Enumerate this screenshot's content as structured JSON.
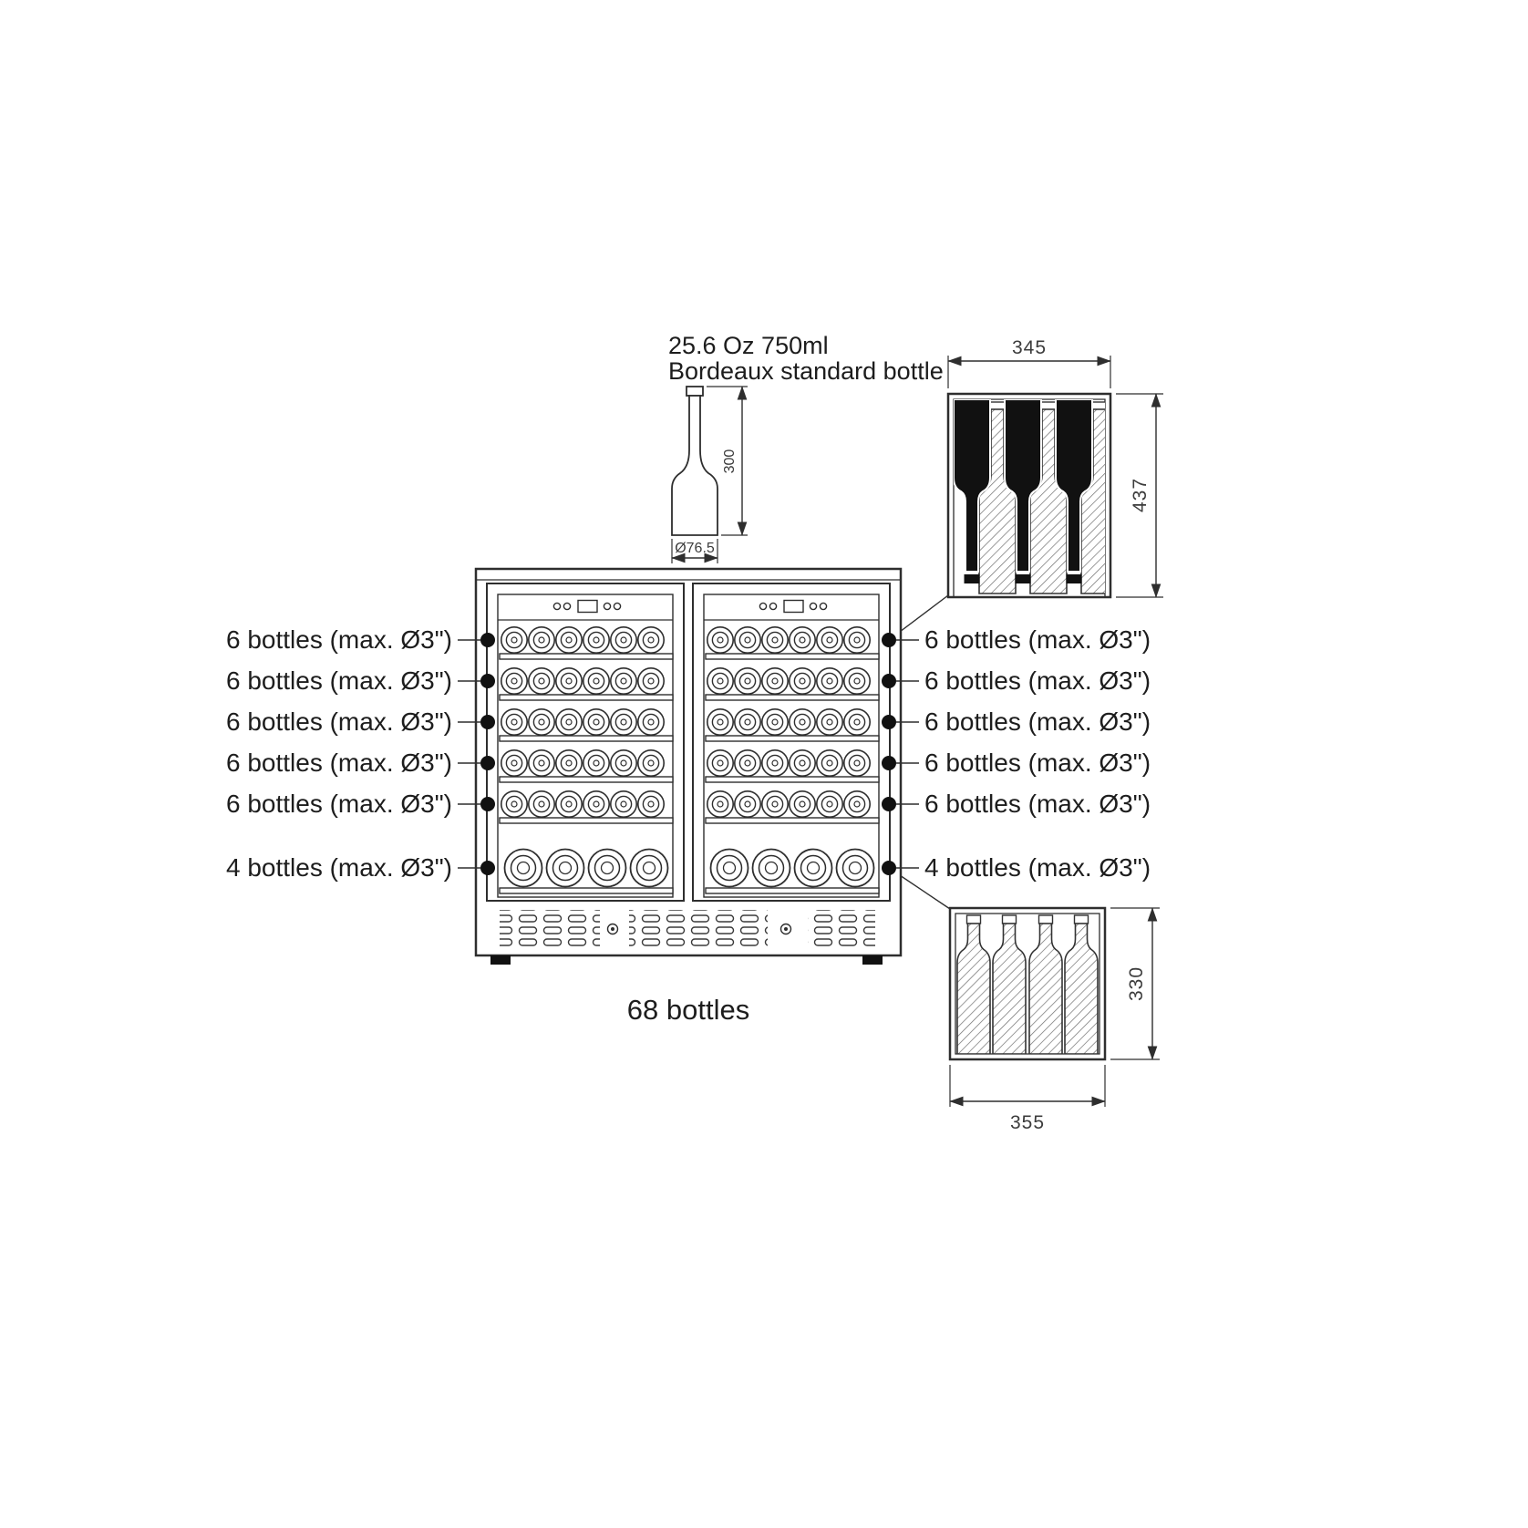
{
  "bottle_spec": {
    "line1": "25.6 Oz 750ml",
    "line2": "Bordeaux standard bottle",
    "height": "300",
    "diameter": "Ø76.5"
  },
  "shelf_detail": {
    "width": "345",
    "height": "437"
  },
  "base_detail": {
    "height": "330",
    "width": "355"
  },
  "capacity": {
    "left": [
      "6 bottles (max. Ø3\")",
      "6 bottles (max. Ø3\")",
      "6 bottles (max. Ø3\")",
      "6 bottles (max. Ø3\")",
      "6 bottles (max. Ø3\")",
      "4 bottles (max. Ø3\")"
    ],
    "right": [
      "6 bottles (max. Ø3\")",
      "6 bottles (max. Ø3\")",
      "6 bottles (max. Ø3\")",
      "6 bottles (max. Ø3\")",
      "6 bottles (max. Ø3\")",
      "4 bottles (max. Ø3\")"
    ]
  },
  "total_label": "68 bottles"
}
